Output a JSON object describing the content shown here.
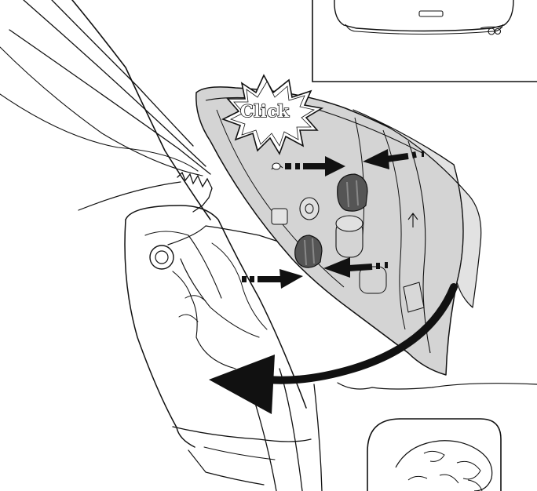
{
  "illustration": {
    "callout_text": "Click",
    "colors": {
      "line": "#111111",
      "lamp_fill": "#d4d4d4",
      "lamp_lens": "#dedede",
      "socket": "#555555",
      "background": "#ffffff"
    },
    "icons": {
      "callout": "starburst-callout",
      "arrows": "push-arrow",
      "removal": "curved-removal-arrow"
    }
  }
}
